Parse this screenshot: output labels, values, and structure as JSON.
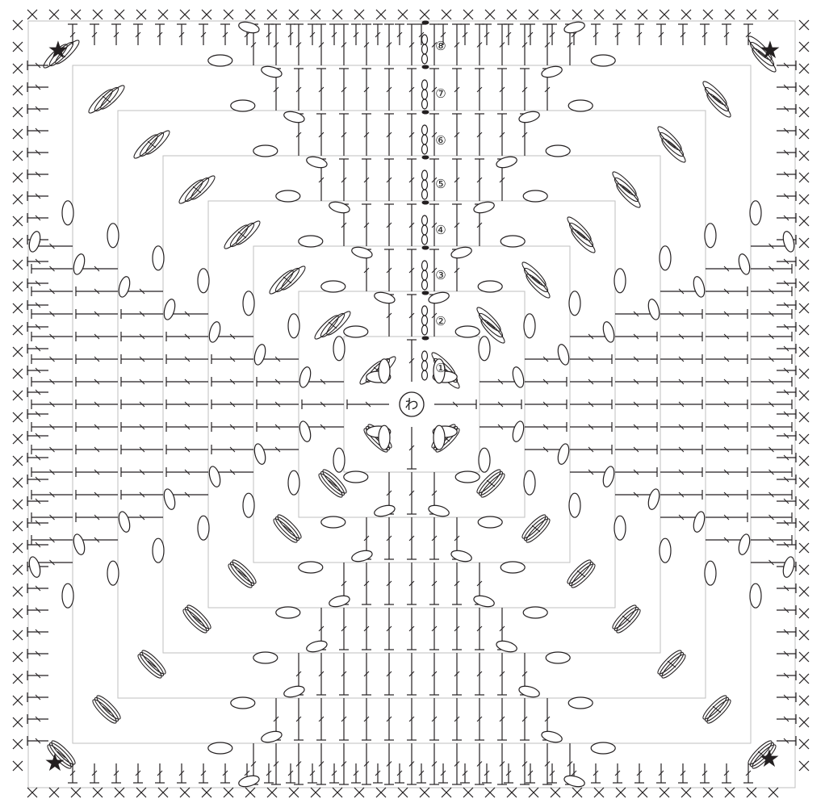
{
  "diagram": {
    "center_label": "わ",
    "round_labels": [
      "①",
      "②",
      "③",
      "④",
      "⑤",
      "⑥",
      "⑦",
      "⑧"
    ],
    "corner_marks": [
      "★",
      "★",
      "★",
      "★"
    ],
    "line_color": "#231f20",
    "guide_color": "#bfbfbf",
    "background": "#ffffff",
    "symbols": [
      "single-crochet-x",
      "chain-oval",
      "double-crochet-t",
      "treble-cluster",
      "slip-stitch-dot"
    ]
  }
}
